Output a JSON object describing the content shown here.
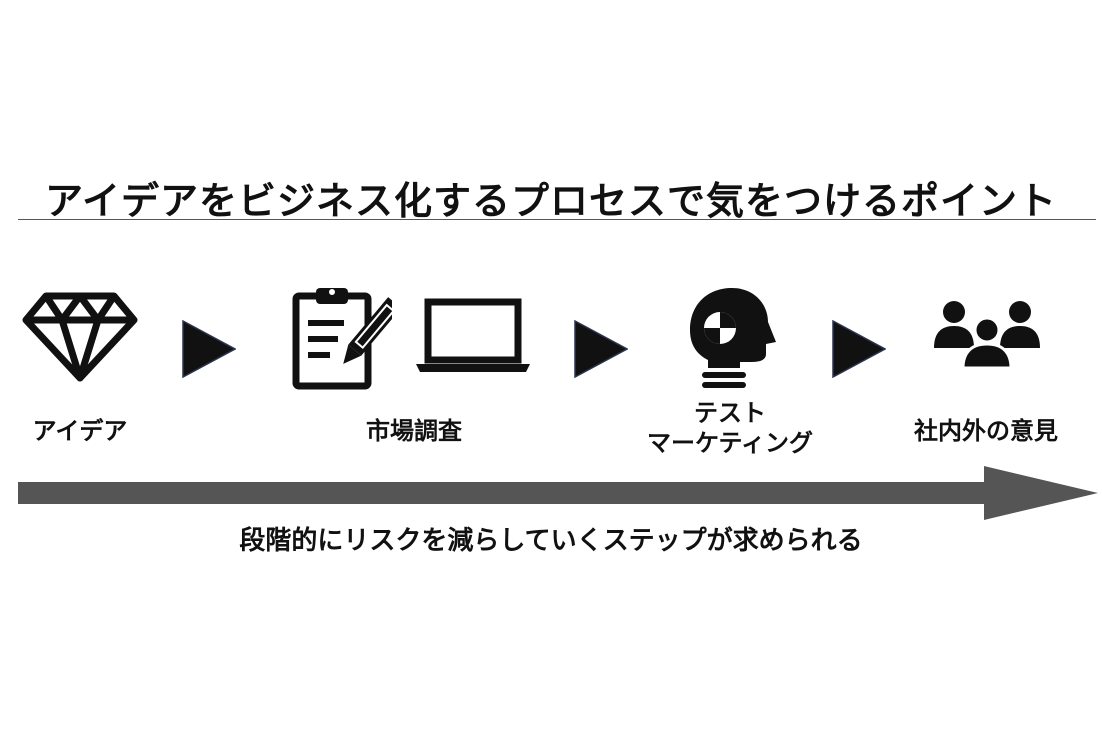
{
  "title": "アイデアをビジネス化するプロセスで気をつけるポイント",
  "steps": [
    {
      "label": "アイデア",
      "icons": [
        "diamond-icon"
      ]
    },
    {
      "label": "市場調査",
      "icons": [
        "clipboard-pencil-icon",
        "laptop-icon"
      ]
    },
    {
      "label_line1": "テスト",
      "label_line2": "マーケティング",
      "icons": [
        "crash-test-dummy-head-icon"
      ]
    },
    {
      "label": "社内外の意見",
      "icons": [
        "group-people-icon"
      ]
    }
  ],
  "caption": "段階的にリスクを減らしていくステップが求められる",
  "colors": {
    "text": "#111111",
    "arrow": "#555555",
    "icon": "#111111"
  }
}
